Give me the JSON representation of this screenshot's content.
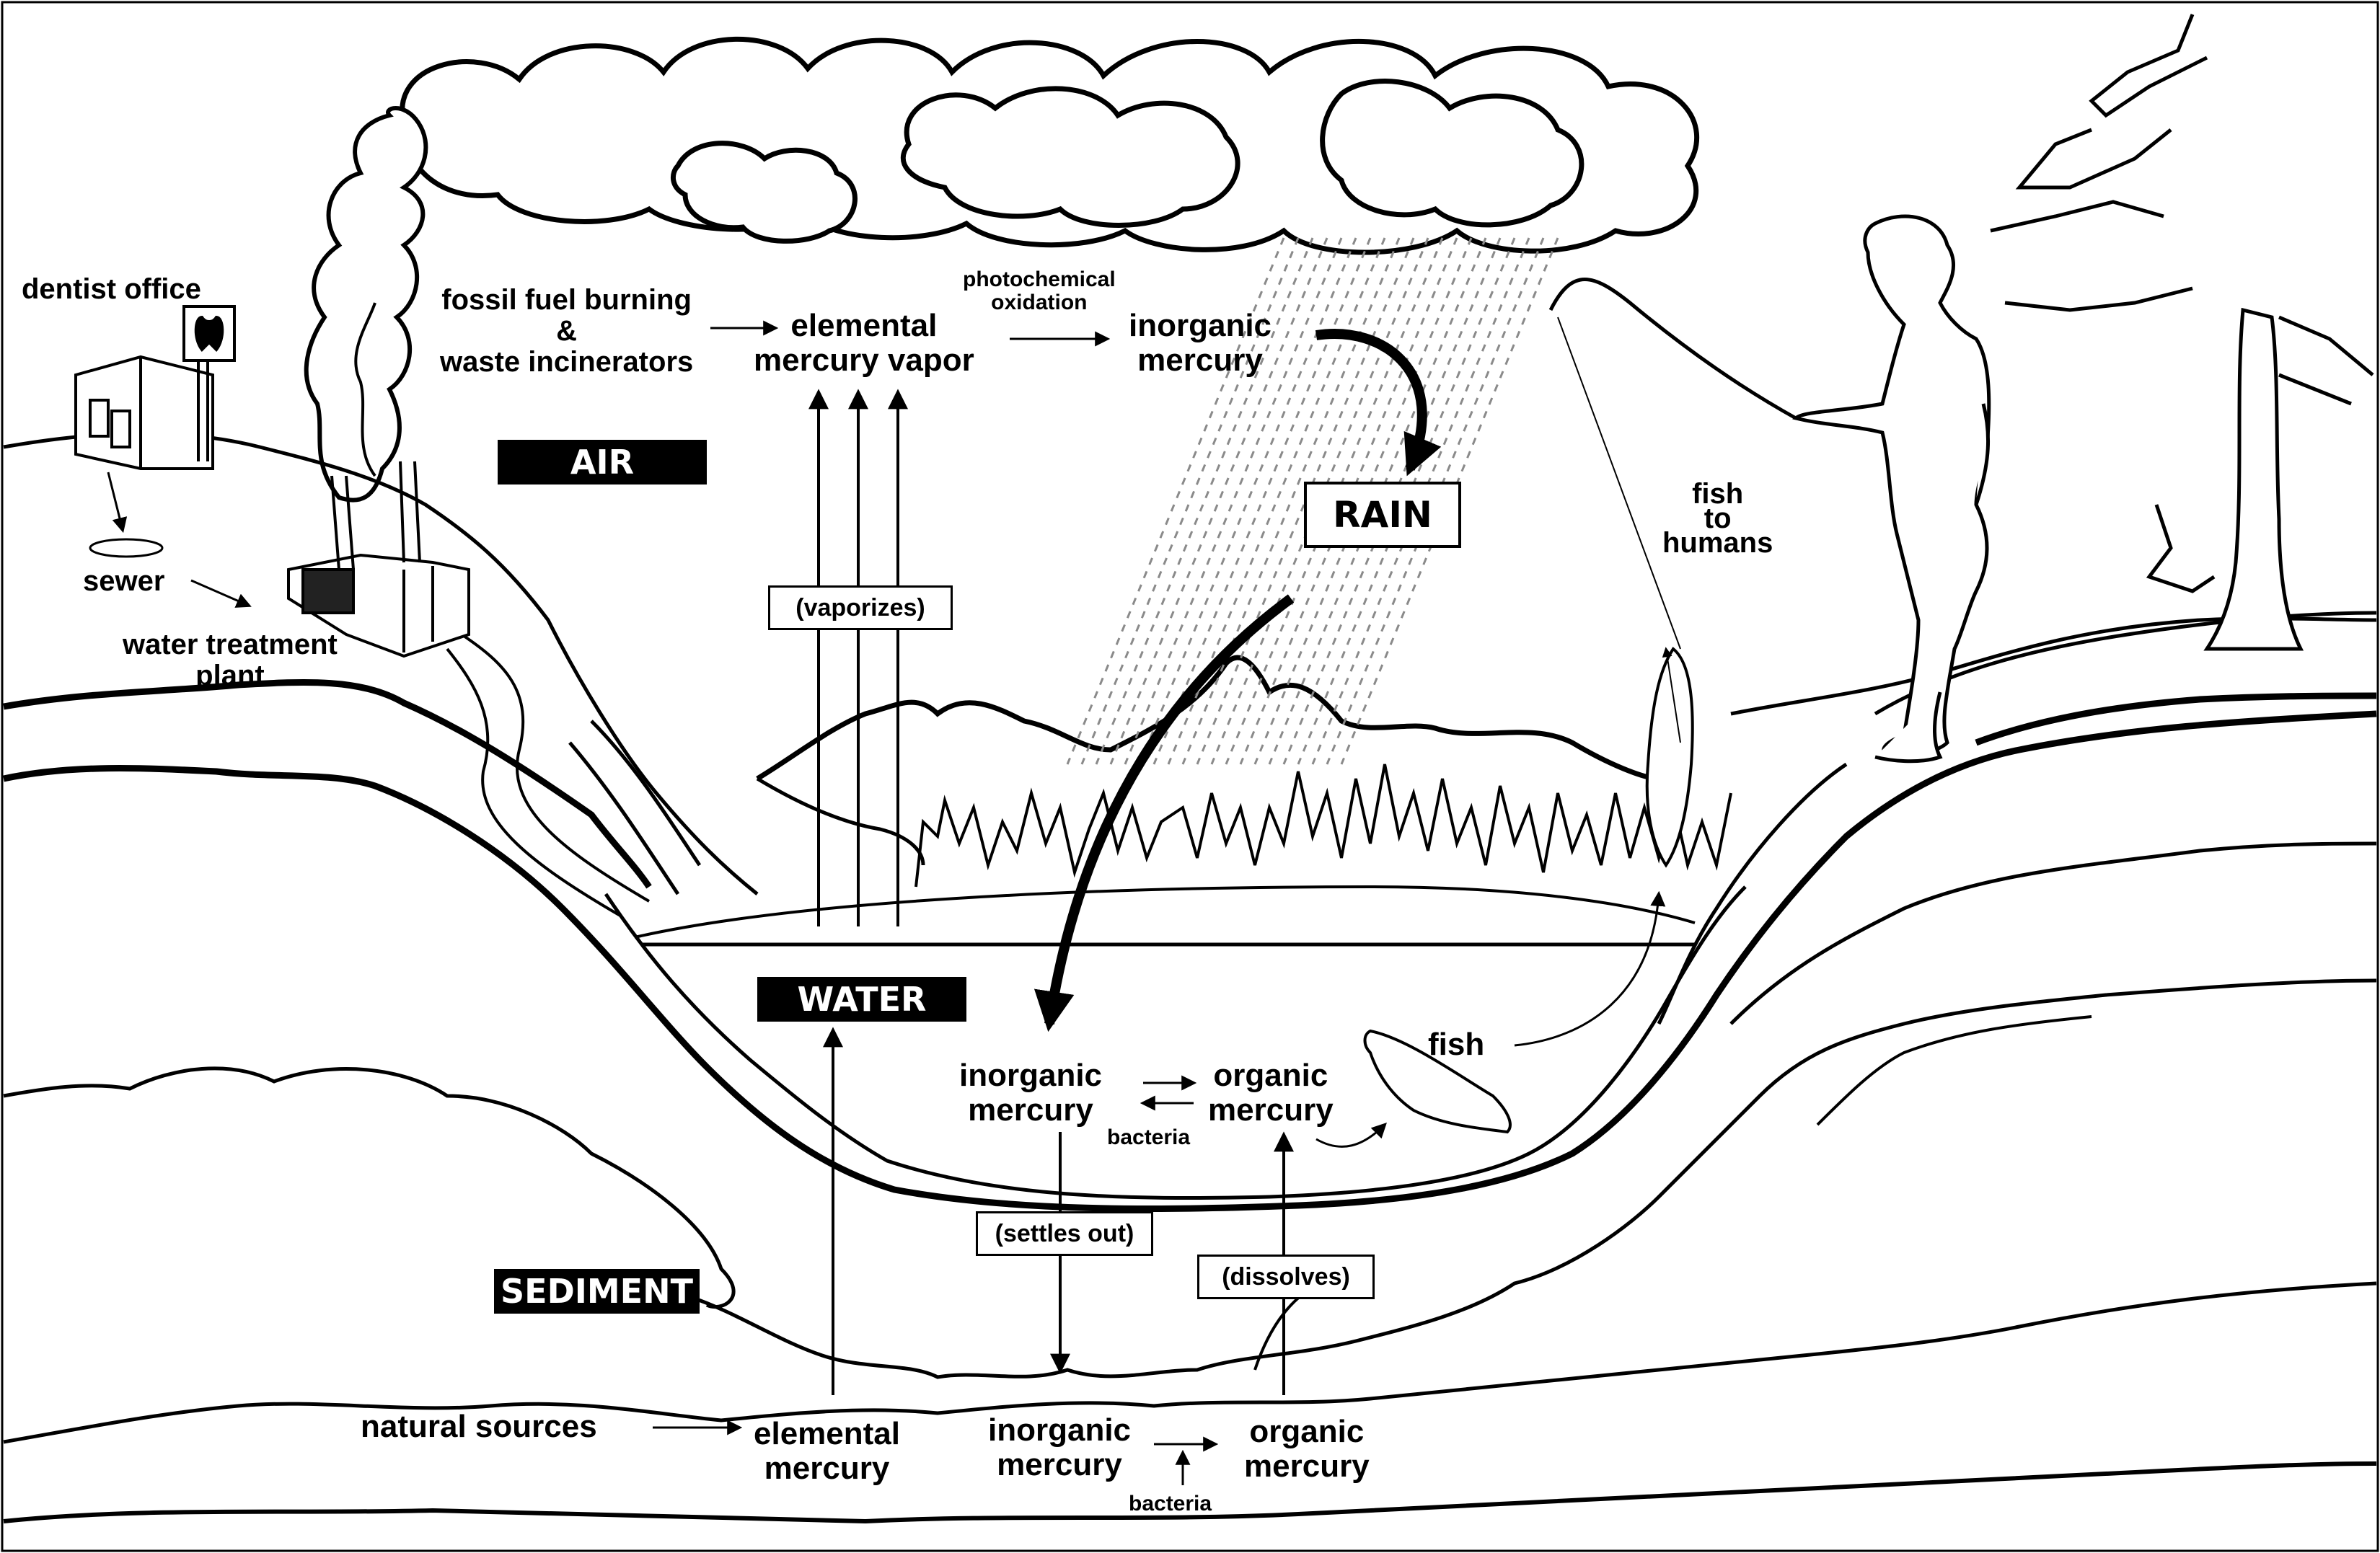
{
  "labels": {
    "dentist_office": "dentist office",
    "sewer": "sewer",
    "water_treatment_plant": [
      "water treatment",
      "plant"
    ],
    "fossil_fuel": [
      "fossil fuel burning",
      "&",
      "waste incinerators"
    ],
    "elemental_mercury_vapor": [
      "elemental",
      "mercury vapor"
    ],
    "photochemical_oxidation": [
      "photochemical",
      "oxidation"
    ],
    "inorganic_mercury_air": [
      "inorganic",
      "mercury"
    ],
    "fish_to_humans": [
      "fish",
      "to",
      "humans"
    ],
    "vaporizes": "(vaporizes)",
    "rain": "RAIN",
    "inorganic_mercury_water": [
      "inorganic",
      "mercury"
    ],
    "organic_mercury_water": [
      "organic",
      "mercury"
    ],
    "bacteria_water": "bacteria",
    "fish": "fish",
    "settles_out": "(settles out)",
    "dissolves": "(dissolves)",
    "natural_sources": "natural sources",
    "elemental_mercury_sediment": [
      "elemental",
      "mercury"
    ],
    "inorganic_mercury_sediment": [
      "inorganic",
      "mercury"
    ],
    "organic_mercury_sediment": [
      "organic",
      "mercury"
    ],
    "bacteria_sediment": "bacteria"
  },
  "zones": {
    "air": "AIR",
    "water": "WATER",
    "sediment": "SEDIMENT"
  },
  "colors": {
    "ink": "#000000",
    "paper": "#ffffff",
    "rain": "#8a8a8a"
  }
}
